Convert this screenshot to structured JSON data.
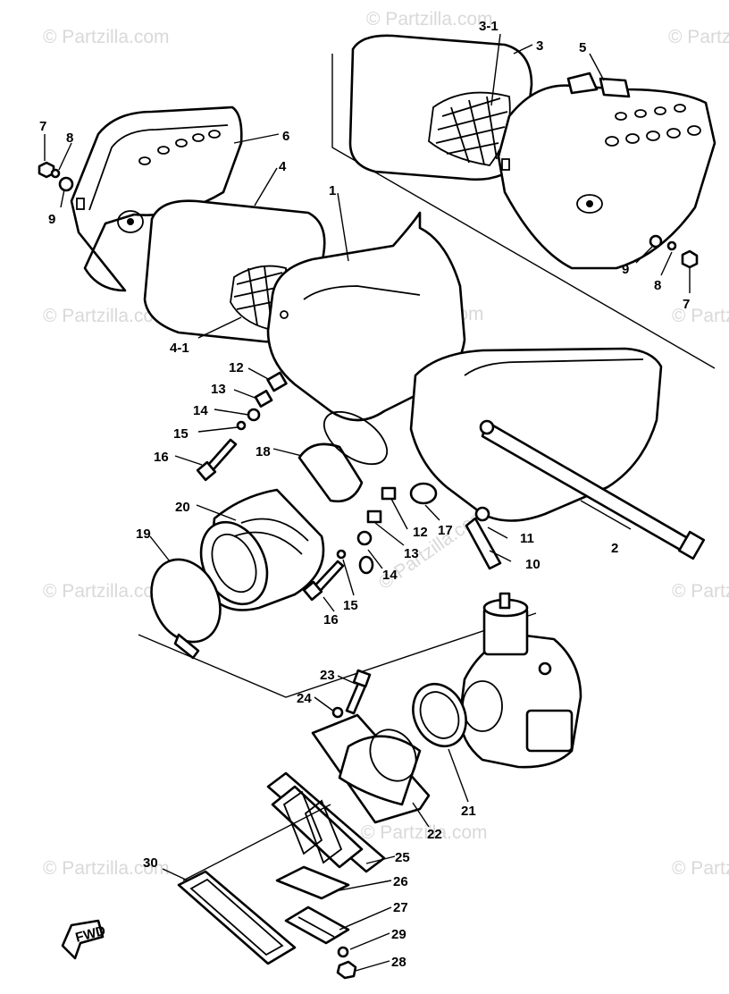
{
  "watermark": "© Partzilla.com",
  "fwd_label": "FWD",
  "callouts": [
    {
      "id": "c1",
      "text": "1"
    },
    {
      "id": "c2",
      "text": "2"
    },
    {
      "id": "c3",
      "text": "3"
    },
    {
      "id": "c3_1",
      "text": "3-1"
    },
    {
      "id": "c4",
      "text": "4"
    },
    {
      "id": "c4_1",
      "text": "4-1"
    },
    {
      "id": "c5",
      "text": "5"
    },
    {
      "id": "c6",
      "text": "6"
    },
    {
      "id": "c7a",
      "text": "7"
    },
    {
      "id": "c7b",
      "text": "7"
    },
    {
      "id": "c8a",
      "text": "8"
    },
    {
      "id": "c8b",
      "text": "8"
    },
    {
      "id": "c9a",
      "text": "9"
    },
    {
      "id": "c9b",
      "text": "9"
    },
    {
      "id": "c10",
      "text": "10"
    },
    {
      "id": "c11",
      "text": "11"
    },
    {
      "id": "c12a",
      "text": "12"
    },
    {
      "id": "c12b",
      "text": "12"
    },
    {
      "id": "c13a",
      "text": "13"
    },
    {
      "id": "c13b",
      "text": "13"
    },
    {
      "id": "c14a",
      "text": "14"
    },
    {
      "id": "c14b",
      "text": "14"
    },
    {
      "id": "c15a",
      "text": "15"
    },
    {
      "id": "c15b",
      "text": "15"
    },
    {
      "id": "c16a",
      "text": "16"
    },
    {
      "id": "c16b",
      "text": "16"
    },
    {
      "id": "c17",
      "text": "17"
    },
    {
      "id": "c18",
      "text": "18"
    },
    {
      "id": "c19",
      "text": "19"
    },
    {
      "id": "c20",
      "text": "20"
    },
    {
      "id": "c21",
      "text": "21"
    },
    {
      "id": "c22",
      "text": "22"
    },
    {
      "id": "c23",
      "text": "23"
    },
    {
      "id": "c24",
      "text": "24"
    },
    {
      "id": "c25",
      "text": "25"
    },
    {
      "id": "c26",
      "text": "26"
    },
    {
      "id": "c27",
      "text": "27"
    },
    {
      "id": "c28",
      "text": "28"
    },
    {
      "id": "c29",
      "text": "29"
    },
    {
      "id": "c30",
      "text": "30"
    }
  ]
}
